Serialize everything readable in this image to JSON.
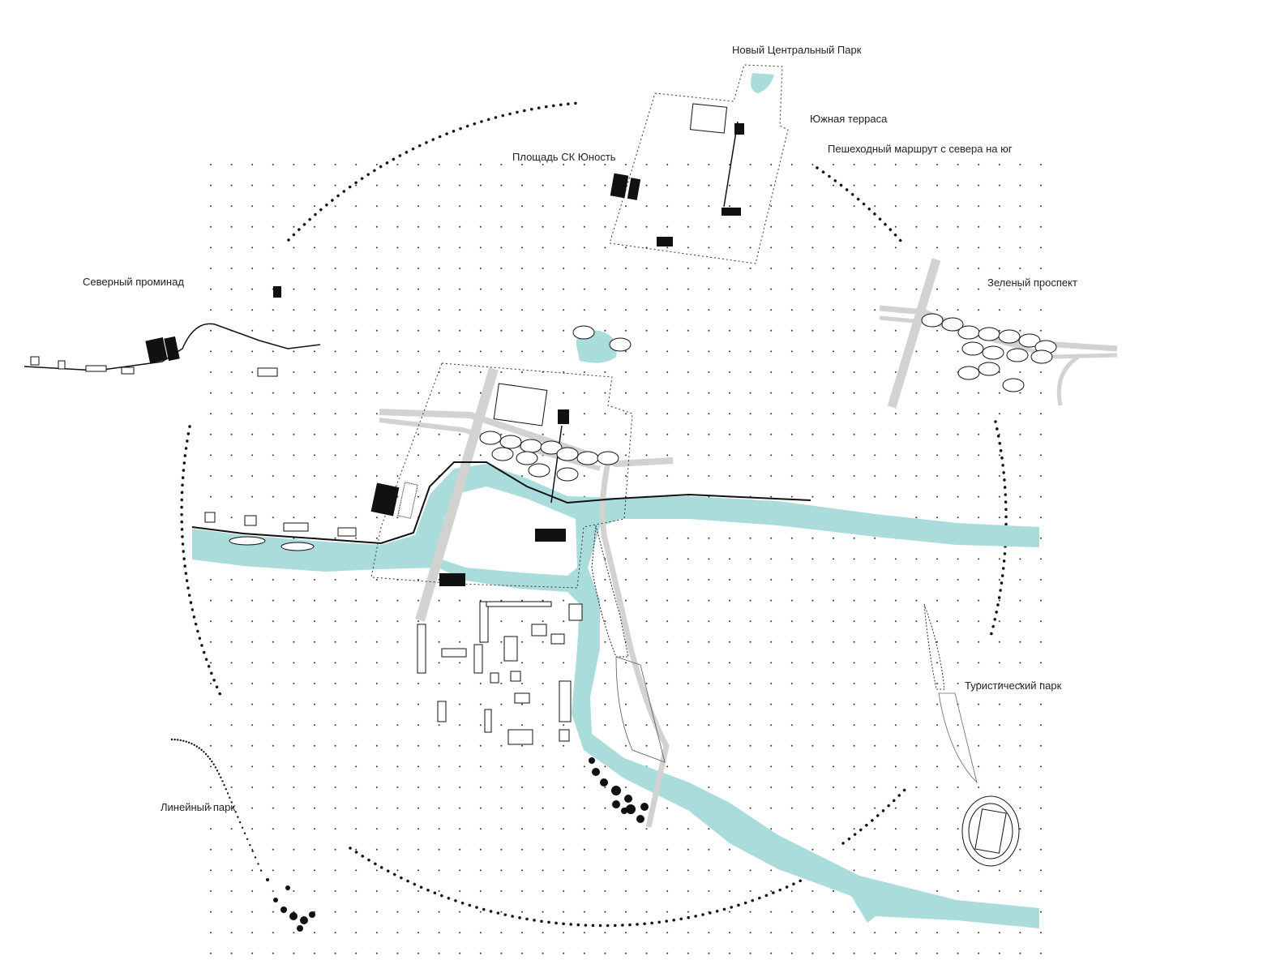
{
  "labels": {
    "new_central_park": "Новый Центральный Парк",
    "south_terrace": "Южная терраса",
    "pedestrian_route": "Пешеходный маршрут с севера на юг",
    "yunost_square": "Площадь СК Юность",
    "north_promenade": "Северный проминад",
    "green_avenue": "Зеленый проспект",
    "tourist_park": "Туристический парк",
    "linear_park": "Линейный парк"
  },
  "colors": {
    "water": "#a9dcda",
    "road": "#d2d2d0",
    "building": "#111111",
    "dots": "#333333"
  }
}
